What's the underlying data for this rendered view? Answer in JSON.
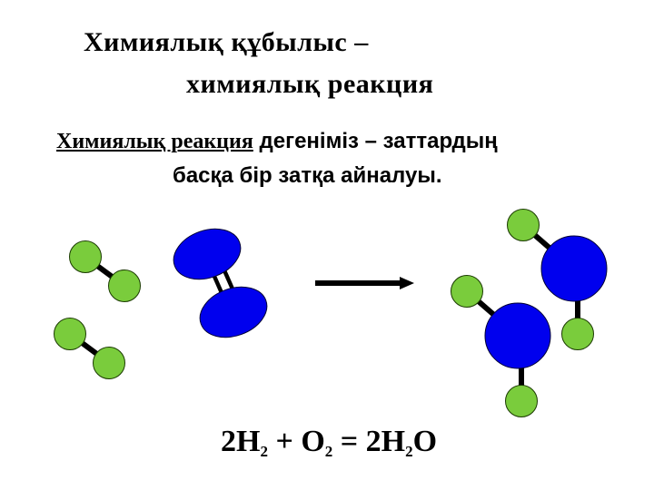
{
  "title": {
    "line1": "Химиялық құбылыс –",
    "line2": "химиялық реакция"
  },
  "definition": {
    "term": "Химиялық реакция",
    "rest_line1": " дегеніміз – заттардың",
    "line2": "басқа бір затқа айналуы."
  },
  "equation": {
    "coef1": "2H",
    "sub1": "2",
    "plus": " + O",
    "sub2": "2",
    "equals": " = 2H",
    "sub3": "2",
    "end": "O"
  },
  "colors": {
    "hydrogen": "#7ACC3C",
    "oxygen": "#0000EE",
    "bond": "#000000"
  },
  "diagram": {
    "reactants": [
      "H2",
      "H2",
      "O2"
    ],
    "products": [
      "H2O",
      "H2O"
    ],
    "arrow": "reaction-arrow"
  }
}
